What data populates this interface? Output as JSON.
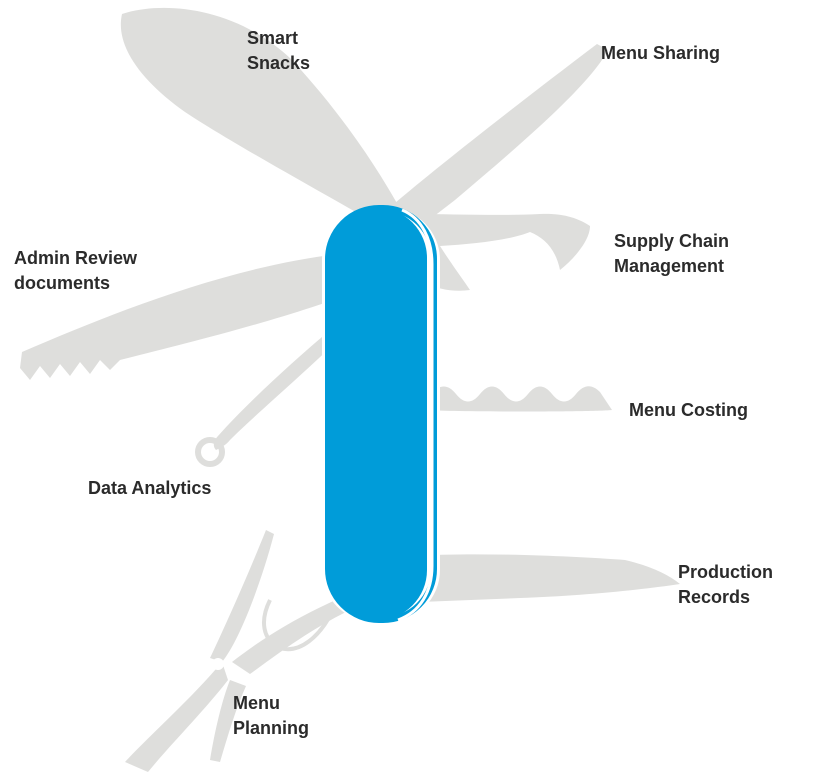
{
  "diagram": {
    "colors": {
      "tool_gray": "#dededc",
      "handle_blue": "#009cd9",
      "outline_white": "#ffffff",
      "label_text": "#2b2b2b"
    },
    "labels": {
      "smart_snacks": [
        "Smart",
        "Snacks"
      ],
      "menu_sharing": [
        "Menu Sharing"
      ],
      "supply_chain": [
        "Supply Chain",
        "Management"
      ],
      "admin_review": [
        "Admin Review",
        "documents"
      ],
      "menu_costing": [
        "Menu Costing"
      ],
      "data_analytics": [
        "Data Analytics"
      ],
      "production_records": [
        "Production",
        "Records"
      ],
      "menu_planning": [
        "Menu",
        "Planning"
      ]
    }
  }
}
